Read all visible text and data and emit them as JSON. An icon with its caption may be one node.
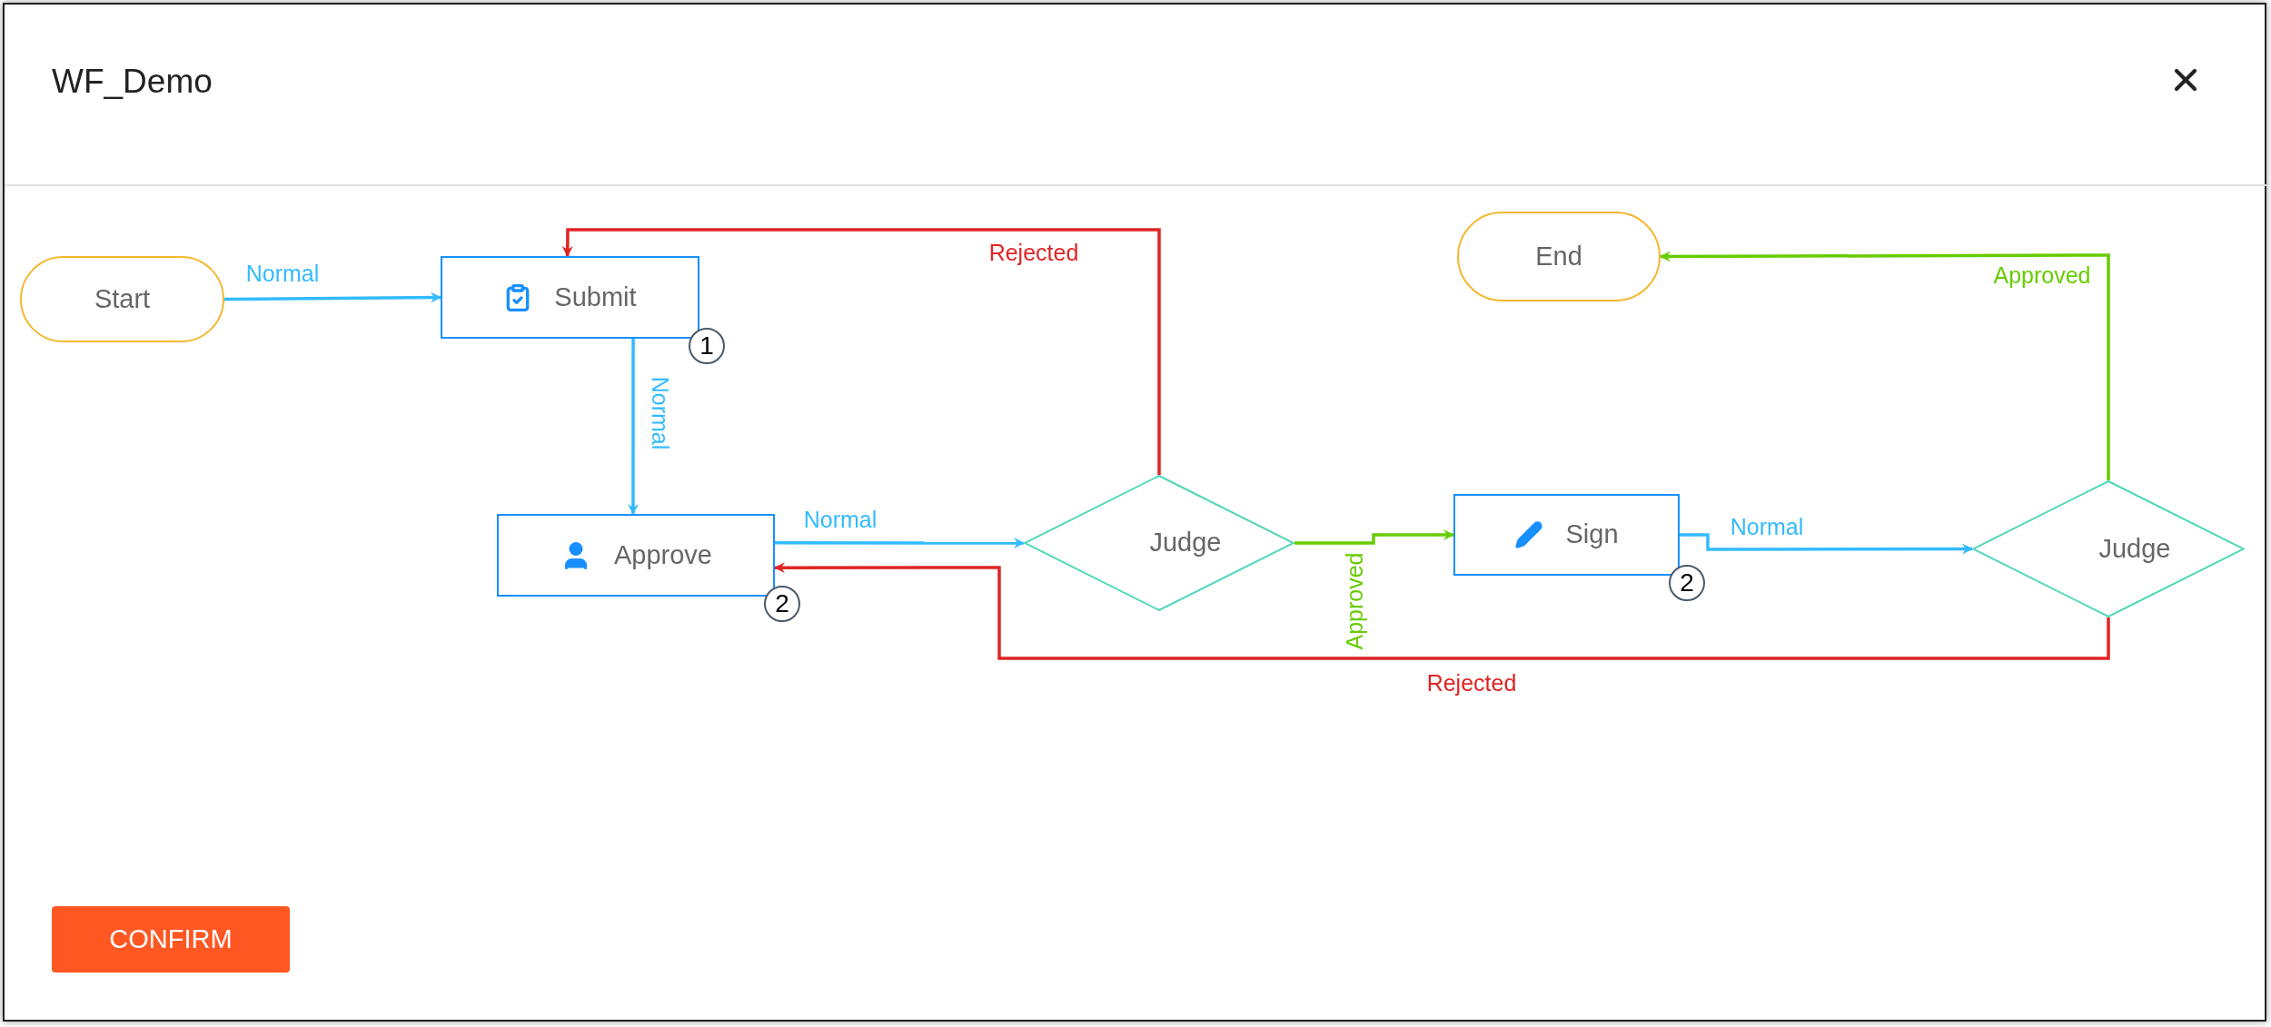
{
  "diagram": {
    "title": "WF_Demo",
    "nodes": [
      {
        "text": [
          "Start"
        ]
      },
      {
        "text": [
          "Submit"
        ],
        "beside": [
          "1"
        ]
      },
      {
        "text": [
          "Approve"
        ],
        "beside": [
          "2"
        ]
      },
      {
        "text": [
          "Judge"
        ]
      },
      {
        "text": [
          "Sign"
        ],
        "beside": [
          "2"
        ]
      },
      {
        "text": [
          "Judge"
        ]
      },
      {
        "text": [
          "End"
        ]
      }
    ],
    "edges": [
      {
        "from": 0,
        "to": 1,
        "arrow": "to",
        "label": "Normal"
      },
      {
        "from": 1,
        "to": 2,
        "arrow": "to",
        "label": "Normal"
      },
      {
        "from": 2,
        "to": 3,
        "arrow": "to",
        "label": "Normal"
      },
      {
        "from": 3,
        "to": 1,
        "arrow": "to",
        "label": "Rejected",
        "color": "#e02424"
      },
      {
        "from": 3,
        "to": 4,
        "arrow": "to",
        "label": "Approved",
        "color": "#66cc00"
      },
      {
        "from": 4,
        "to": 5,
        "arrow": "to",
        "label": "Normal"
      },
      {
        "from": 5,
        "to": 6,
        "arrow": "to",
        "label": "Approved",
        "color": "#66cc00"
      },
      {
        "from": 5,
        "to": 2,
        "arrow": "to",
        "label": "Rejected",
        "color": "#e02424"
      }
    ],
    "labels": [
      "CONFIRM"
    ]
  }
}
